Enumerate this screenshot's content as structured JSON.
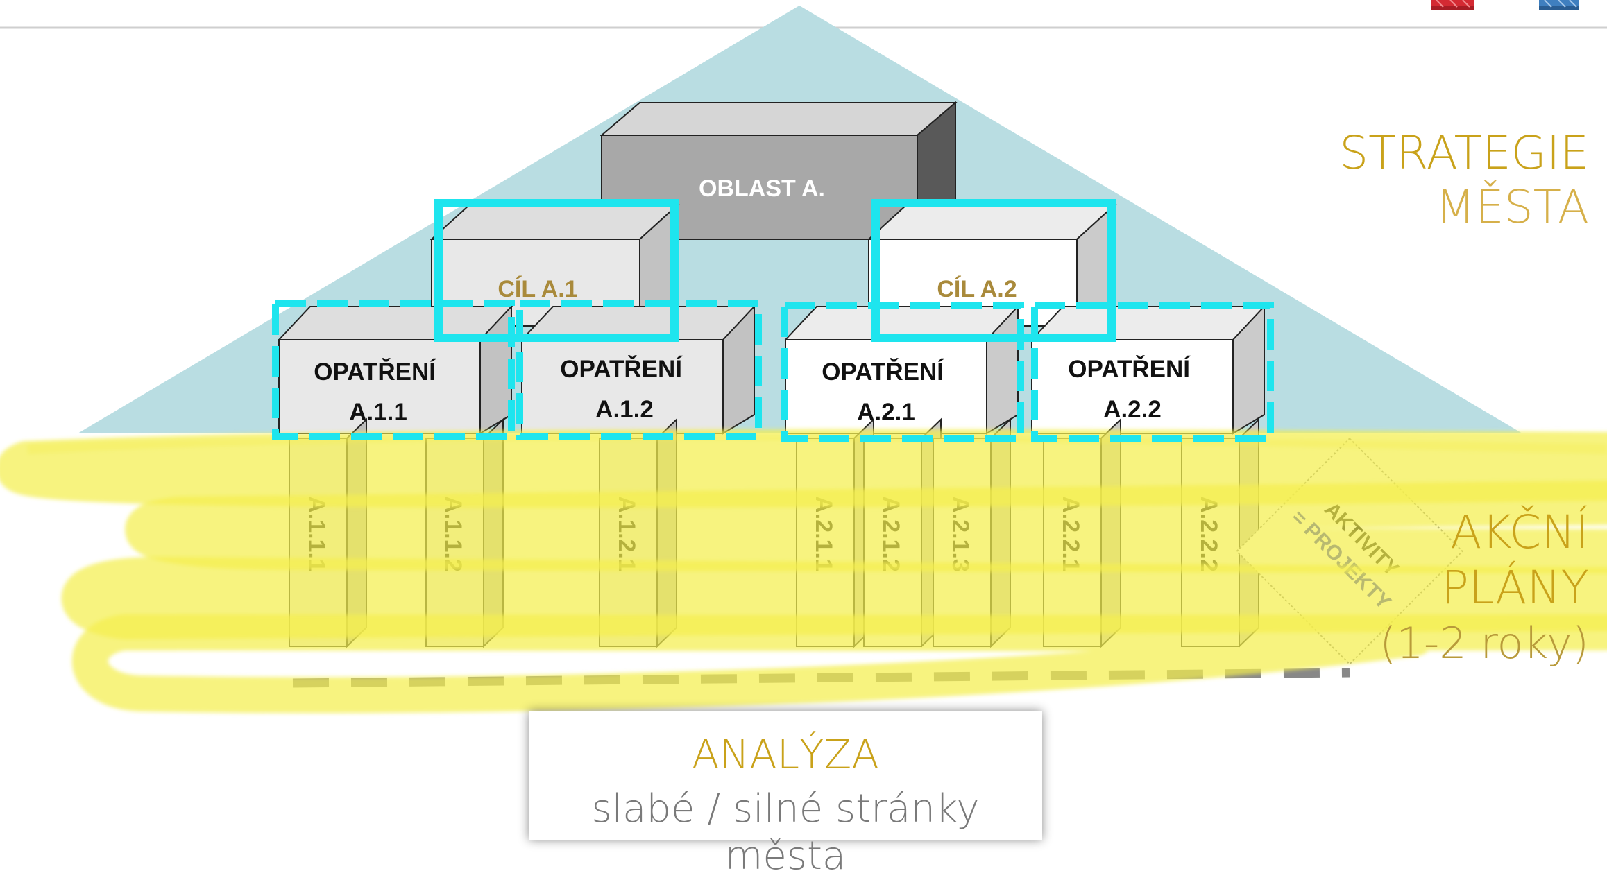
{
  "oblast": "OBLAST A.",
  "cil": [
    "CÍL A.1",
    "CÍL A.2"
  ],
  "opatreni": [
    {
      "l1": "OPATŘENÍ",
      "l2": "A.1.1"
    },
    {
      "l1": "OPATŘENÍ",
      "l2": "A.1.2"
    },
    {
      "l1": "OPATŘENÍ",
      "l2": "A.2.1"
    },
    {
      "l1": "OPATŘENÍ",
      "l2": "A.2.2"
    }
  ],
  "aktivity": [
    "A.1.1.1",
    "A.1.1.2",
    "A.1.2.1",
    "A.2.1.1",
    "A.2.1.2",
    "A.2.1.3",
    "A.2.2.1",
    "A.2.2.2"
  ],
  "diamond": {
    "line1": "AKTIVITY",
    "line2": "= PROJEKTY"
  },
  "strategie": {
    "line1": "STRATEGIE",
    "line2": "MĚSTA"
  },
  "akcni": {
    "line1": "AKČNÍ",
    "line2": "PLÁNY",
    "line3": "(1-2 roky)"
  },
  "analyza": {
    "title": "ANALÝZA",
    "subtitle": "slabé / silné stránky města"
  },
  "colors": {
    "triangle": "#b9dde2",
    "highlight": "#f4ee4f",
    "cyan": "#1ee5ee",
    "gold": "#c9a21a",
    "cil_text": "#a98a3b",
    "dashed_line": "#888888",
    "projekty": "#1d2fc9"
  }
}
